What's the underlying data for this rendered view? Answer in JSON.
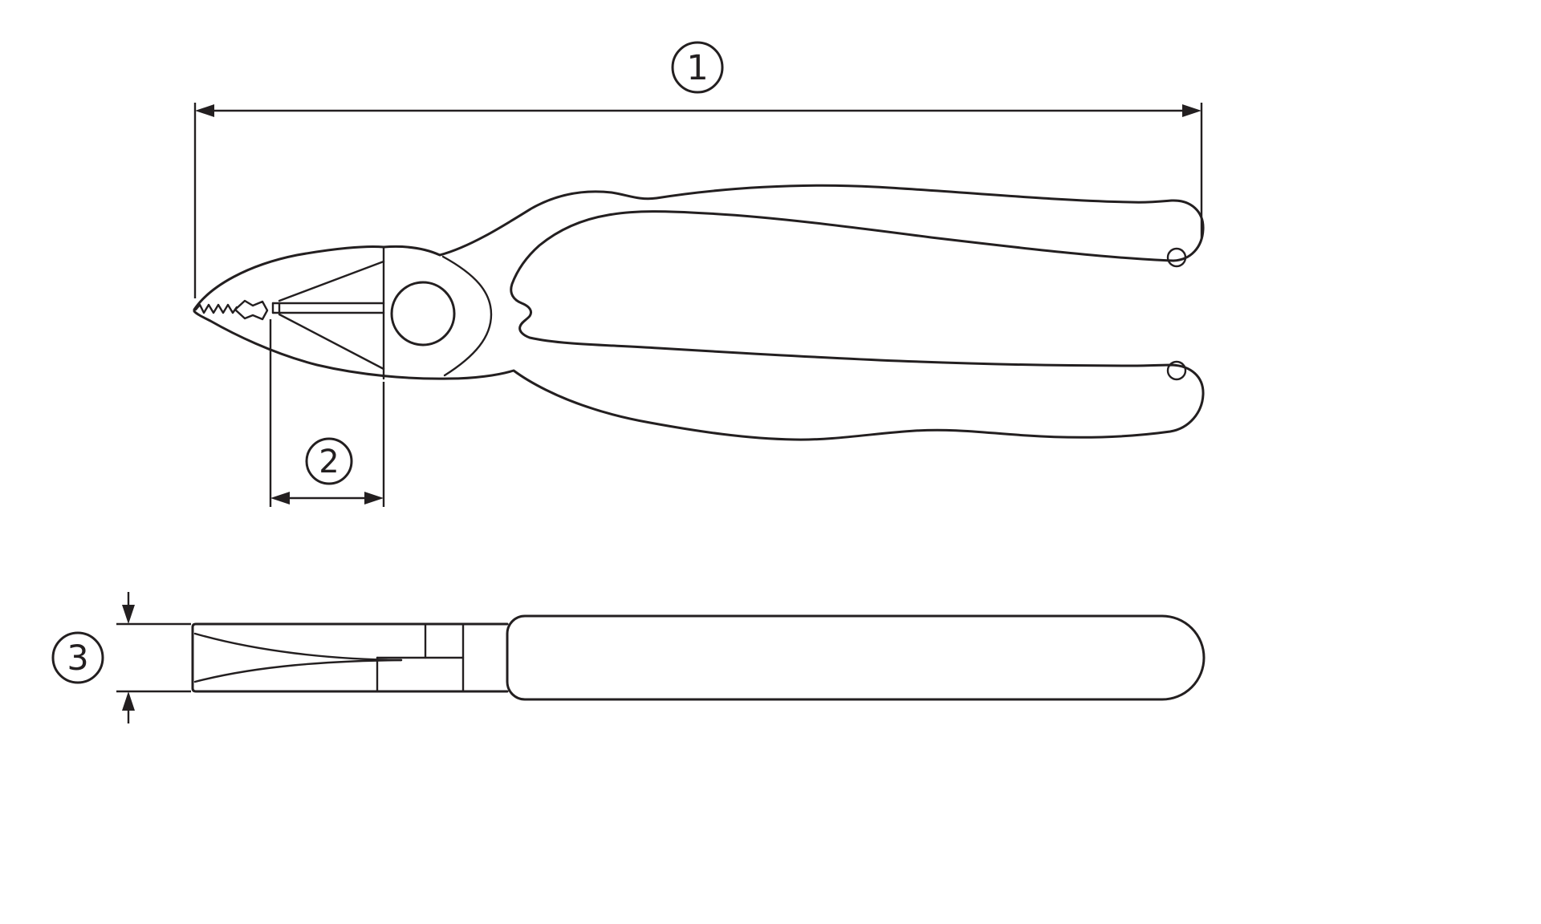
{
  "figure": {
    "background": "#ffffff",
    "line_color": "#231f20",
    "callouts": {
      "c1": "1",
      "c2": "2",
      "c3": "3"
    }
  }
}
